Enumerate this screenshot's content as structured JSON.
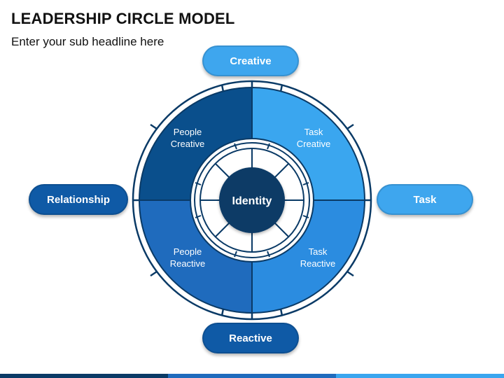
{
  "header": {
    "title": "LEADERSHIP CIRCLE MODEL",
    "subtitle": "Enter your sub headline here"
  },
  "axis_labels": {
    "top": "Creative",
    "bottom": "Reactive",
    "left": "Relationship",
    "right": "Task"
  },
  "quadrants": {
    "top_left": [
      "People",
      "Creative"
    ],
    "top_right": [
      "Task",
      "Creative"
    ],
    "bottom_left": [
      "People",
      "Reactive"
    ],
    "bottom_right": [
      "Task",
      "Reactive"
    ]
  },
  "center": {
    "label": "Identity"
  },
  "colors": {
    "top_left": "#0a4f8c",
    "top_right": "#3aa6ef",
    "bottom_left": "#1f6bbd",
    "bottom_right": "#2b8ce0",
    "center": "#0a3a66",
    "pill_dark": "#0f5aa6",
    "pill_light": "#3ea6ee",
    "outline": "#0a3a66",
    "bottom_bar": [
      "#0a3a66",
      "#1f6bbd",
      "#3aa6ef"
    ]
  }
}
